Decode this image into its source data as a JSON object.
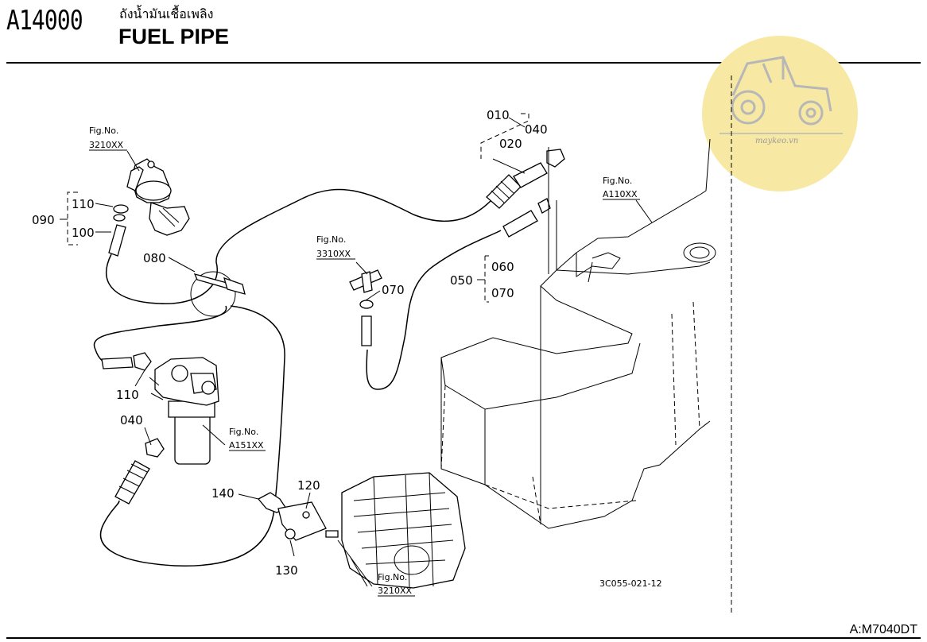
{
  "header": {
    "page_code": "A14000",
    "title_thai": "ถังน้ำมันเชื้อเพลิง",
    "title_en": "FUEL PIPE"
  },
  "footer": {
    "model_code": "A:M7040DT",
    "drawing_code": "3C055-021-12"
  },
  "watermark": {
    "text": "maykeo.vn",
    "color": "#f7e9a3"
  },
  "fig_refs": [
    {
      "caption": "Fig.No.",
      "code": "3210XX"
    },
    {
      "caption": "Fig.No.",
      "code": "3310XX"
    },
    {
      "caption": "Fig.No.",
      "code": "A110XX"
    },
    {
      "caption": "Fig.No.",
      "code": "A151XX"
    },
    {
      "caption": "Fig.No.",
      "code": "3210XX"
    }
  ],
  "callouts": [
    "010",
    "020",
    "040",
    "110",
    "090",
    "100",
    "080",
    "070",
    "060",
    "050",
    "070",
    "110",
    "040",
    "140",
    "120",
    "130"
  ]
}
